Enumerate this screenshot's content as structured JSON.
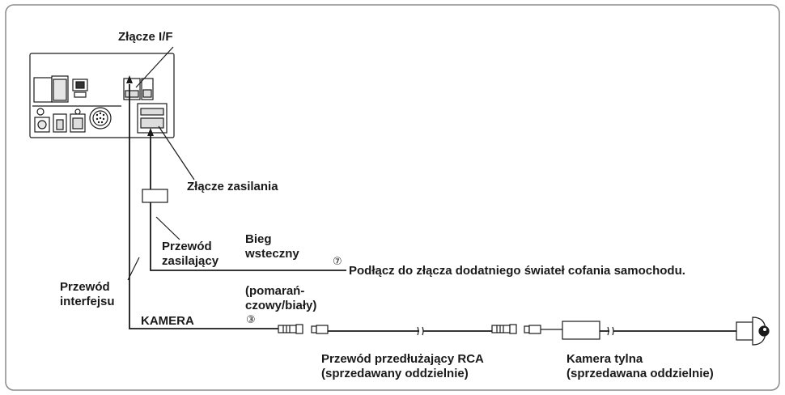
{
  "labels": {
    "if_connector": "Złącze I/F",
    "power_connector": "Złącze zasilania",
    "power_cable_1": "Przewód",
    "power_cable_2": "zasilający",
    "reverse_1": "Bieg",
    "reverse_2": "wsteczny",
    "reverse_wire_color_1": "(pomarań-",
    "reverse_wire_color_2": "czowy/biały)",
    "reverse_instruction": "Podłącz do złącza dodatniego świateł cofania samochodu.",
    "interface_cable_1": "Przewód",
    "interface_cable_2": "interfejsu",
    "camera": "KAMERA",
    "rca_ext_1": "Przewód przedłużający RCA",
    "rca_ext_2": "(sprzedawany oddzielnie)",
    "rear_cam_1": "Kamera tylna",
    "rear_cam_2": "(sprzedawana oddzielnie)"
  },
  "markers": {
    "reverse_number": "⑦",
    "camera_number": "③"
  },
  "colors": {
    "frame": "#8a8a8a",
    "line": "#1a1a1a",
    "text": "#1a1a1a"
  }
}
